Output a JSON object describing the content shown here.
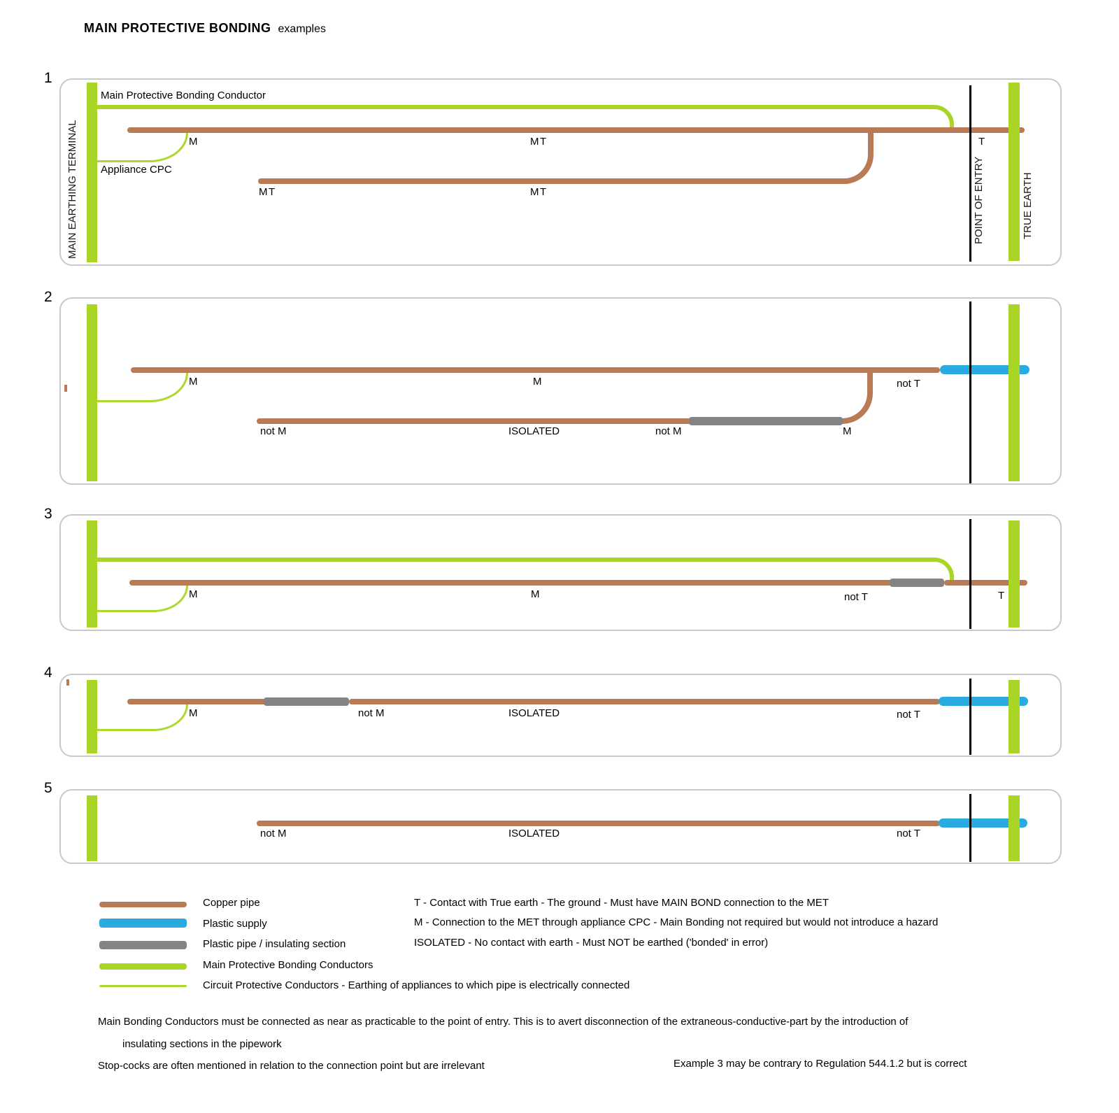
{
  "title": {
    "main": "MAIN PROTECTIVE BONDING",
    "suffix": "examples"
  },
  "colors": {
    "bonding_green": "#a9d527",
    "copper": "#b97a56",
    "plastic_blue": "#29abe2",
    "insulating_gray": "#848484",
    "panel_border": "#c9c9c9"
  },
  "panels": [
    {
      "number": "1",
      "met_label": "MAIN EARTHING TERMINAL",
      "mpbc_label": "Main Protective Bonding Conductor",
      "cpc_label": "Appliance CPC",
      "point_of_entry_label": "POINT OF ENTRY",
      "true_earth_label": "TRUE EARTH",
      "labels": {
        "pipe1_m": "M",
        "pipe1_mt": "MT",
        "pipe1_t": "T",
        "pipe2_mt_left": "MT",
        "pipe2_mt_mid": "MT"
      }
    },
    {
      "number": "2",
      "labels": {
        "pipe1_m": "M",
        "pipe1_m_mid": "M",
        "pipe1_not_t": "not T",
        "pipe2_not_m": "not M",
        "pipe2_isolated": "ISOLATED",
        "pipe2_not_m2": "not M",
        "pipe2_m": "M"
      }
    },
    {
      "number": "3",
      "labels": {
        "m_left": "M",
        "m_mid": "M",
        "not_t": "not T",
        "t": "T"
      }
    },
    {
      "number": "4",
      "labels": {
        "m": "M",
        "not_m": "not M",
        "isolated": "ISOLATED",
        "not_t": "not T"
      }
    },
    {
      "number": "5",
      "labels": {
        "not_m": "not M",
        "isolated": "ISOLATED",
        "not_t": "not T"
      }
    }
  ],
  "legend": {
    "swatches": [
      {
        "name": "copper-pipe",
        "label": "Copper pipe"
      },
      {
        "name": "plastic-supply",
        "label": "Plastic supply"
      },
      {
        "name": "plastic-pipe",
        "label": "Plastic pipe  / insulating section"
      },
      {
        "name": "main-protective-bonding-conductors",
        "label": "Main Protective Bonding Conductors"
      },
      {
        "name": "circuit-protective-conductors",
        "label": "Circuit Protective Conductors - Earthing of appliances to which pipe is electrically connected"
      }
    ],
    "definitions": [
      "T - Contact with True earth - The ground  - Must have MAIN BOND connection to the MET",
      "M - Connection to the MET through appliance CPC  - Main Bonding not required but would not introduce a hazard",
      "ISOLATED - No contact with earth  - Must NOT be earthed ('bonded' in error)"
    ]
  },
  "notes": {
    "note1_line1": "Main Bonding Conductors must be connected as near as practicable to the point of entry. This is to avert disconnection of the extraneous-conductive-part by the introduction of",
    "note1_line2": "insulating sections in the pipework",
    "note2": "Stop-cocks are often mentioned in relation to the connection point but are irrelevant",
    "note3": "Example 3 may be contrary to Regulation 544.1.2 but is correct"
  }
}
